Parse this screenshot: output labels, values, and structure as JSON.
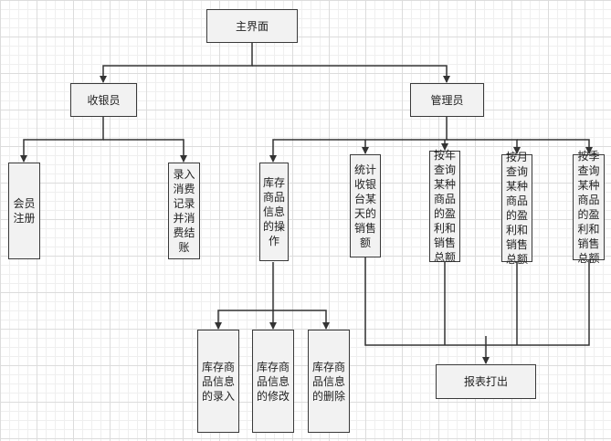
{
  "nodes": {
    "main": "主界面",
    "cashier": "收银员",
    "manager": "管理员",
    "member": "会员注册",
    "record": "录入消费记录并消费结账",
    "stock": "库存商品信息的操作",
    "daily": "统计收银台某天的销售额",
    "yearly": "按年查询某种商品的盈利和销售总额",
    "monthly": "按月查询某种商品的盈利和销售总额",
    "quarterly": "按季查询某种商品的盈利和销售总额",
    "add": "库存商品信息的录入",
    "edit": "库存商品信息的修改",
    "delete": "库存商品信息的删除",
    "report": "报表打出"
  },
  "edges": [
    [
      "main",
      "cashier"
    ],
    [
      "main",
      "manager"
    ],
    [
      "cashier",
      "member"
    ],
    [
      "cashier",
      "record"
    ],
    [
      "manager",
      "stock"
    ],
    [
      "manager",
      "daily"
    ],
    [
      "manager",
      "yearly"
    ],
    [
      "manager",
      "monthly"
    ],
    [
      "manager",
      "quarterly"
    ],
    [
      "stock",
      "add"
    ],
    [
      "stock",
      "edit"
    ],
    [
      "stock",
      "delete"
    ],
    [
      "daily",
      "report"
    ],
    [
      "yearly",
      "report"
    ],
    [
      "monthly",
      "report"
    ],
    [
      "quarterly",
      "report"
    ]
  ]
}
